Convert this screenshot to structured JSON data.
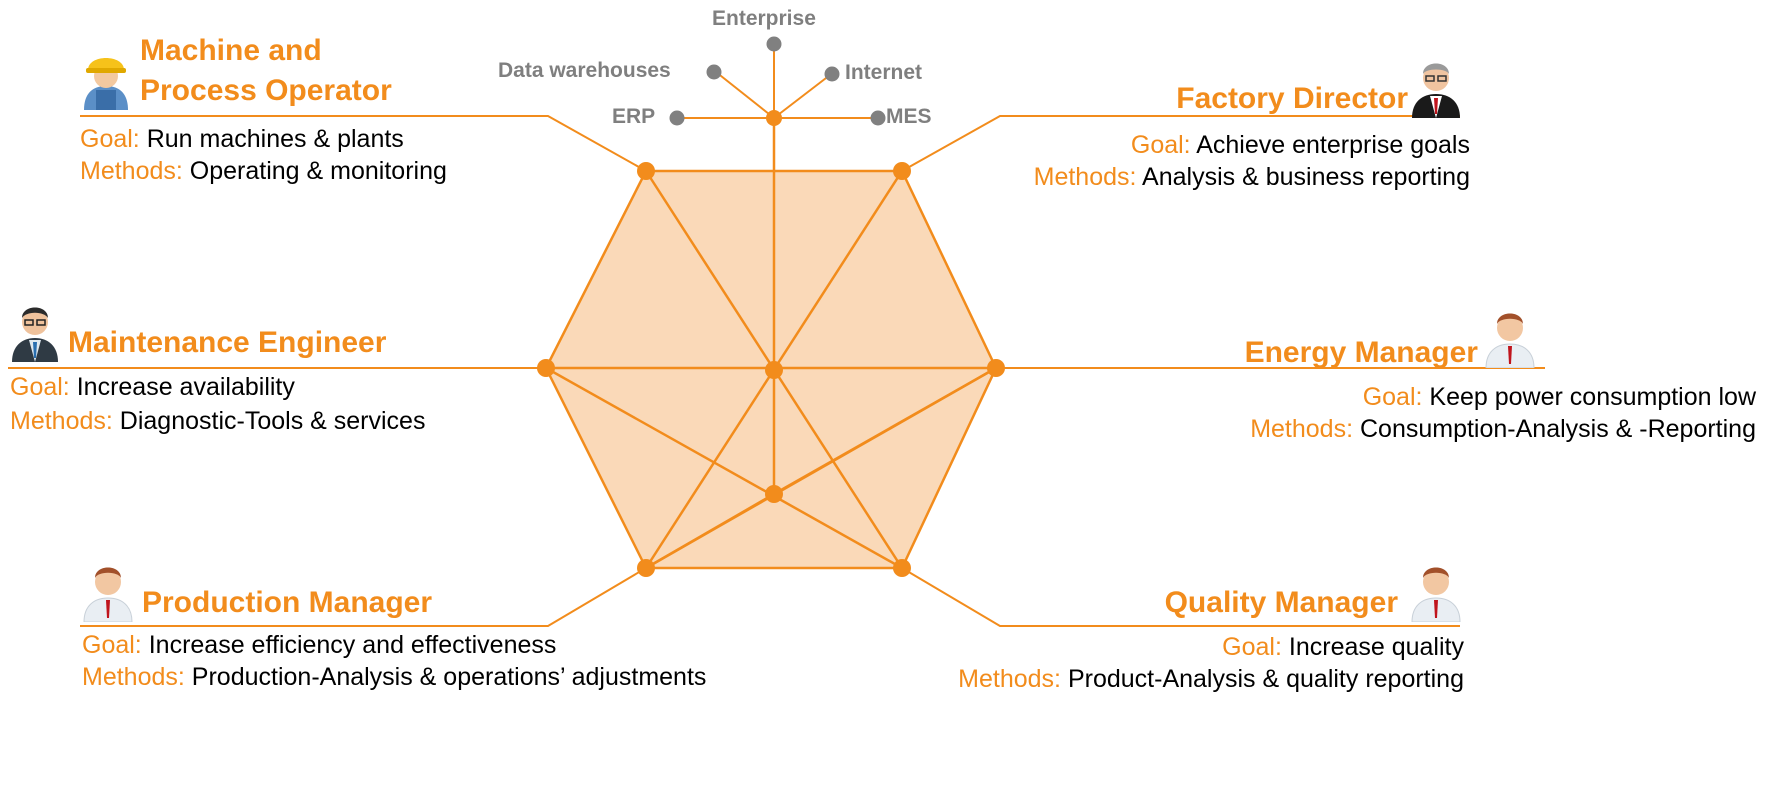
{
  "colors": {
    "accent": "#f28c1c",
    "hexagon_fill": "#fad9b8",
    "system_node": "#808080",
    "system_label": "#7f7f7f",
    "text": "#000000"
  },
  "systems": {
    "enterprise": "Enterprise",
    "data_warehouses": "Data warehouses",
    "internet": "Internet",
    "erp": "ERP",
    "mes": "MES"
  },
  "roles": {
    "operator": {
      "title_line1": "Machine and",
      "title_line2": "Process Operator",
      "goal_label": "Goal:",
      "goal": "Run machines & plants",
      "methods_label": "Methods:",
      "methods": "Operating & monitoring",
      "icon": "worker-hardhat-icon"
    },
    "director": {
      "title": "Factory Director",
      "goal_label": "Goal:",
      "goal": "Achieve enterprise goals",
      "methods_label": "Methods:",
      "methods": "Analysis & business reporting",
      "icon": "director-icon"
    },
    "maintenance": {
      "title": "Maintenance Engineer",
      "goal_label": "Goal:",
      "goal": "Increase availability",
      "methods_label": "Methods:",
      "methods": "Diagnostic-Tools & services",
      "icon": "engineer-icon"
    },
    "energy": {
      "title": "Energy Manager",
      "goal_label": "Goal:",
      "goal": "Keep power consumption low",
      "methods_label": "Methods:",
      "methods": "Consumption-Analysis & -Reporting",
      "icon": "manager-icon"
    },
    "production": {
      "title": "Production Manager",
      "goal_label": "Goal:",
      "goal": "Increase efficiency and effectiveness",
      "methods_label": "Methods:",
      "methods": "Production-Analysis & operations’ adjustments",
      "icon": "manager-icon"
    },
    "quality": {
      "title": "Quality Manager",
      "goal_label": "Goal:",
      "goal": "Increase quality",
      "methods_label": "Methods:",
      "methods": "Product-Analysis & quality reporting",
      "icon": "manager-icon"
    }
  }
}
